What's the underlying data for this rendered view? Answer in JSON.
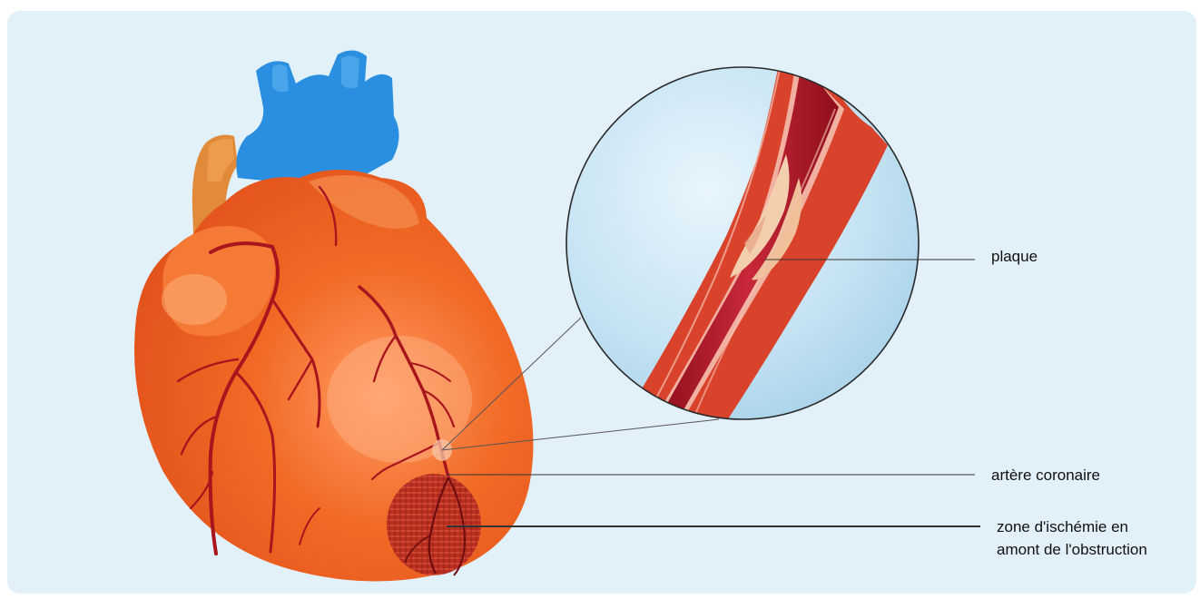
{
  "labels": {
    "plaque": "plaque",
    "coronary_artery": "artère coronaire",
    "ischemia_line1": "zone d'ischémie en",
    "ischemia_line2": "amont de l'obstruction"
  },
  "colors": {
    "background_panel": "#e2f0fa",
    "heart_body": "#f0621e",
    "aorta_blue": "#2a8fe0",
    "vessel_dark_red": "#a8151d",
    "artery_wall": "#d9432b",
    "plaque": "#f3cfae",
    "magnifier_fill": "#b9dcef"
  }
}
